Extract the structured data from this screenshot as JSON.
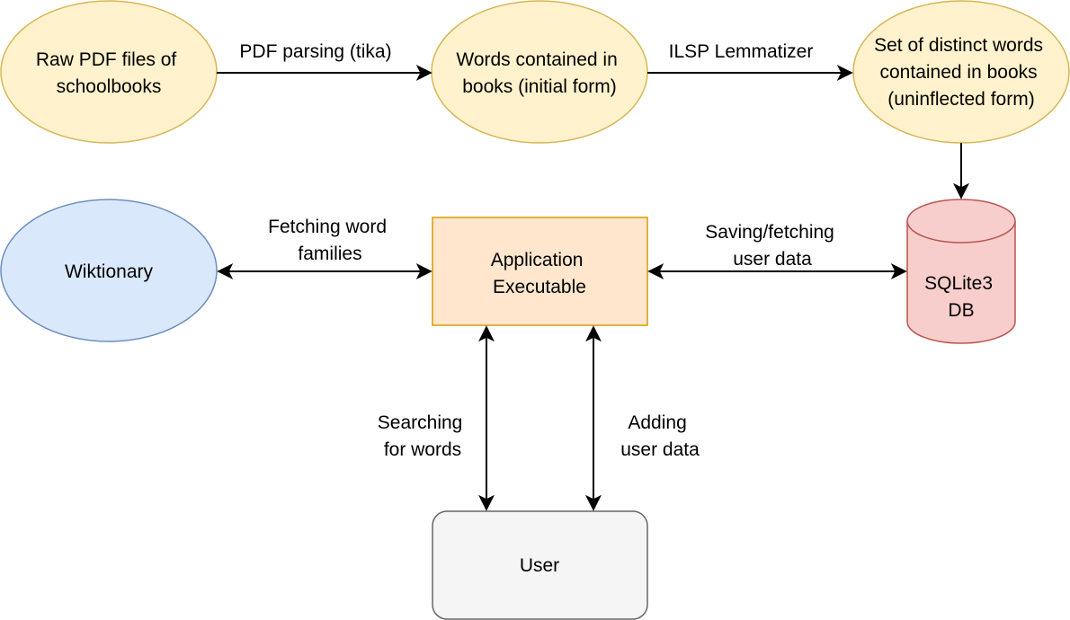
{
  "colors": {
    "yellow_fill": "#fff2cc",
    "yellow_stroke": "#d6b656",
    "blue_fill": "#dae8fc",
    "blue_stroke": "#6c8ebf",
    "orange_fill": "#ffe6cc",
    "orange_stroke": "#d79b00",
    "red_fill": "#f8cecc",
    "red_stroke": "#b85450",
    "gray_fill": "#f5f5f5",
    "gray_stroke": "#666666"
  },
  "nodes": {
    "raw_pdf": {
      "line1": "Raw PDF files of",
      "line2": "schoolbooks"
    },
    "words_initial": {
      "line1": "Words contained in",
      "line2": "books (initial form)"
    },
    "distinct_words": {
      "line1": "Set of distinct words",
      "line2": "contained in books",
      "line3": "(uninflected form)"
    },
    "wiktionary": {
      "label": "Wiktionary"
    },
    "app": {
      "line1": "Application",
      "line2": "Executable"
    },
    "db": {
      "line1": "SQLite3",
      "line2": "DB"
    },
    "user": {
      "label": "User"
    }
  },
  "edges": {
    "pdf_parsing": {
      "label": "PDF parsing (tika)"
    },
    "lemmatizer": {
      "label": "ILSP Lemmatizer"
    },
    "fetching_families": {
      "line1": "Fetching word",
      "line2": "families"
    },
    "saving_fetching": {
      "line1": "Saving/fetching",
      "line2": "user data"
    },
    "searching": {
      "line1": "Searching",
      "line2": "for words"
    },
    "adding": {
      "line1": "Adding",
      "line2": "user data"
    }
  }
}
